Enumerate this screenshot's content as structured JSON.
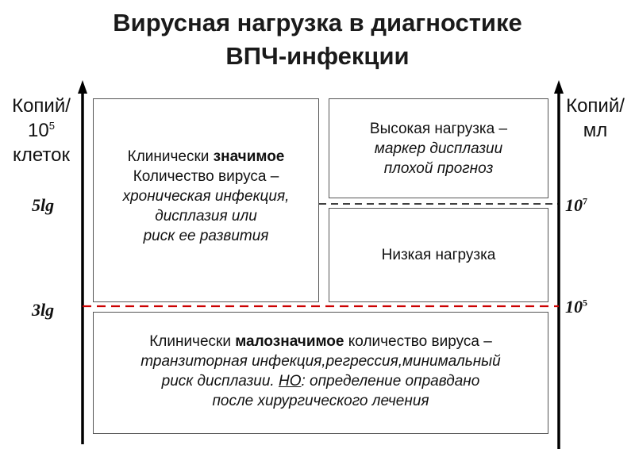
{
  "title": {
    "line1": "Вирусная нагрузка в диагностике",
    "line2": "ВПЧ-инфекции"
  },
  "left_axis": {
    "label_line1": "Копий/",
    "label_line2_base": "10",
    "label_line2_exp": "5",
    "label_line3": "клеток",
    "tick_high": "5lg",
    "tick_low": "3lg"
  },
  "right_axis": {
    "label_line1": "Копий/",
    "label_line2": "мл",
    "tick_high_base": "10",
    "tick_high_exp": "7",
    "tick_low_base": "10",
    "tick_low_exp": "5"
  },
  "boxes": {
    "clinically_significant": {
      "line1_plain": "Клинически ",
      "line1_bold": "значимое",
      "line2": "Количество вируса –",
      "line3": "хроническая инфекция,",
      "line4": "дисплазия или",
      "line5": "риск ее развития"
    },
    "high_load": {
      "line1": "Высокая нагрузка –",
      "line2": "маркер дисплазии",
      "line3": "плохой прогноз"
    },
    "low_load": {
      "line1": "Низкая нагрузка"
    },
    "clinically_insignificant": {
      "line1_plain_a": "Клинически ",
      "line1_bold": "малозначимое",
      "line1_plain_b": " количество вируса –",
      "line2": "транзиторная инфекция,регрессия,минимальный",
      "line3_plain": "риск дисплазии. ",
      "line3_underlined": "НО",
      "line3_rest": ": определение оправдано",
      "line4": "после хирургического лечения"
    }
  },
  "colors": {
    "threshold_line_high": "#000000",
    "threshold_line_low": "#cc0000",
    "axis": "#000000",
    "box_border": "#555555"
  }
}
